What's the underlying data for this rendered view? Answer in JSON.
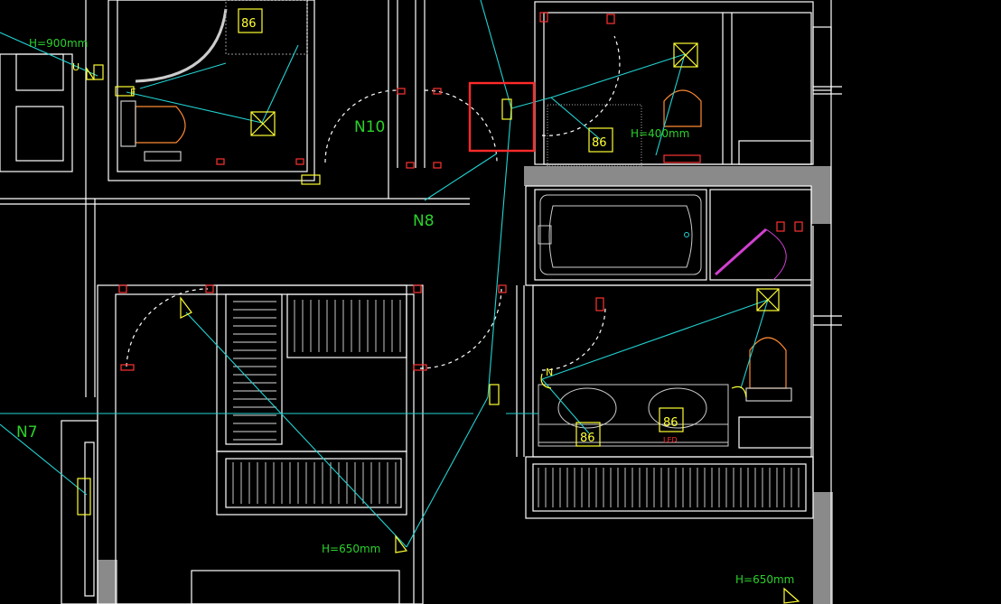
{
  "labels": {
    "n10": "N10",
    "n8": "N8",
    "n7": "N7",
    "h900": "H=900mm",
    "h400": "H=400mm",
    "h650a": "H=650mm",
    "h650b": "H=650mm",
    "box86a": "86",
    "box86b": "86",
    "box86c": "86",
    "box86d": "86",
    "f": "F",
    "n": "N",
    "u": "U",
    "led": "LED"
  },
  "colors": {
    "background": "#000000",
    "wall": "#ffffff",
    "fixture": "#ffff33",
    "wire": "#22d3d3",
    "text": "#2bd12b",
    "door": "#ff3333",
    "selection": "#ff2a2a",
    "hatch": "#9a9a9a",
    "magenta": "#c040c0"
  }
}
